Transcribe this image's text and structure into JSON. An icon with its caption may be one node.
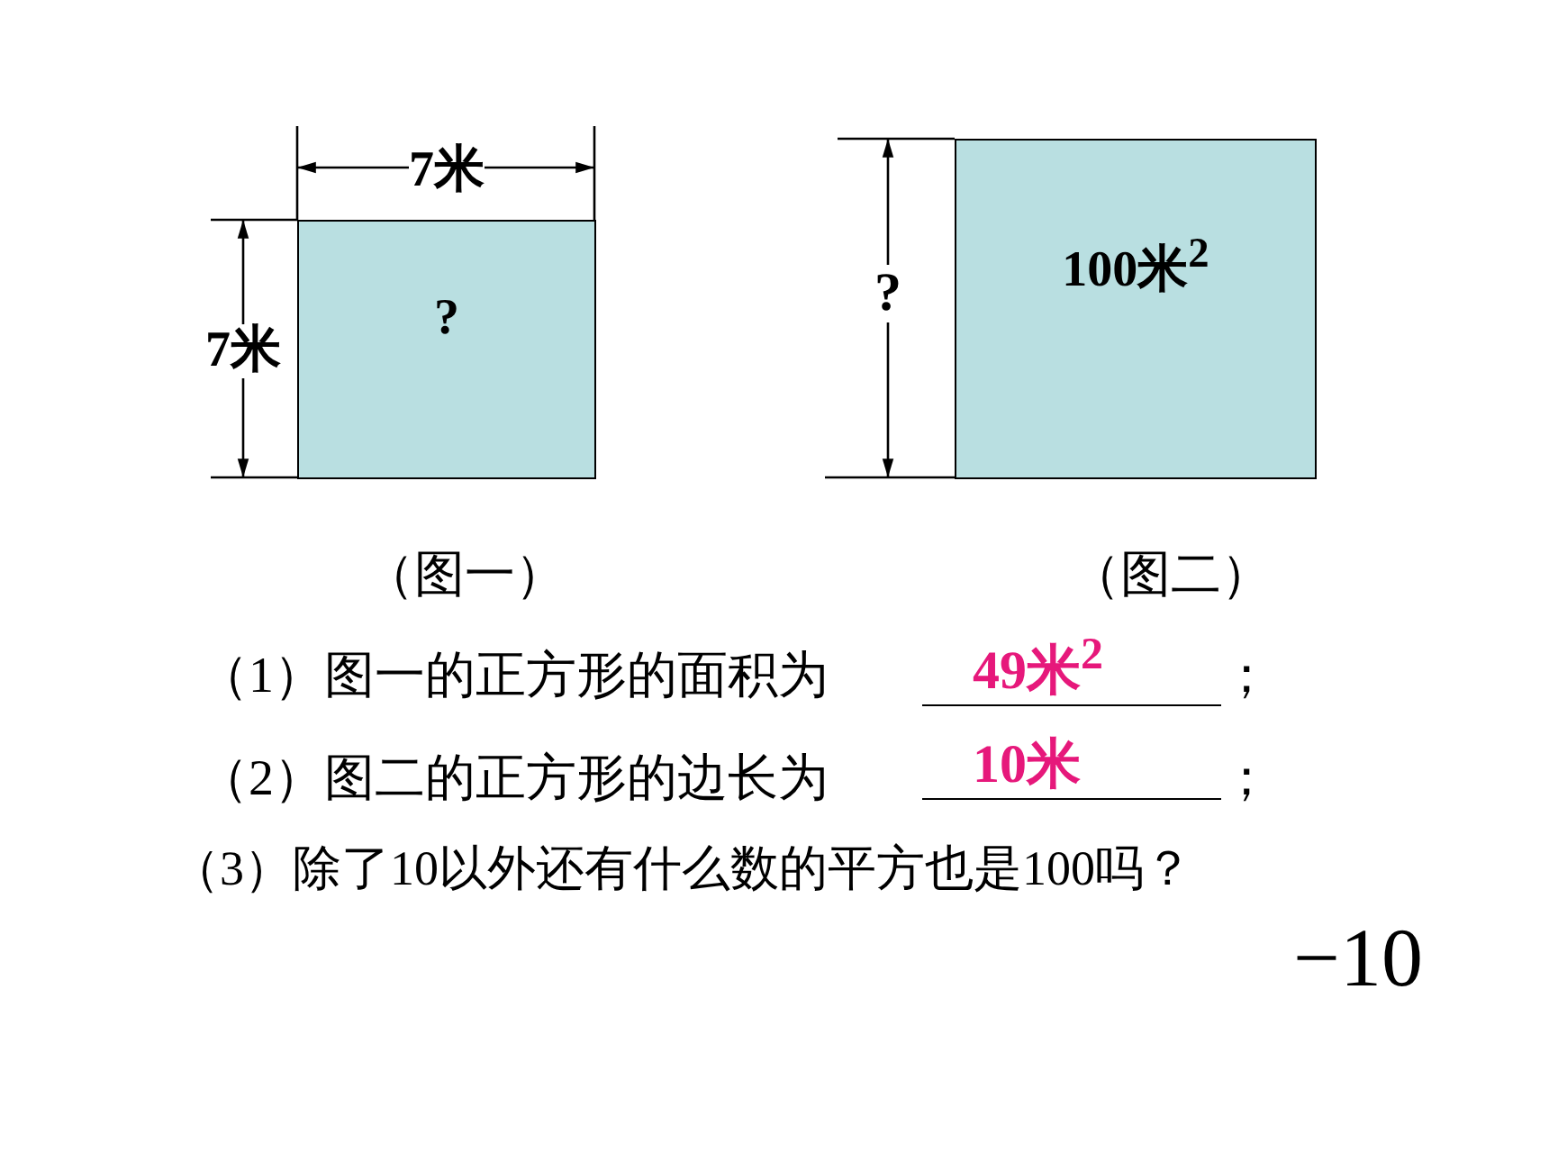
{
  "diagram": {
    "nodes": [
      {
        "text": [
          "?"
        ]
      },
      {
        "text": [
          "100米$^{2}$"
        ]
      }
    ],
    "edges": [],
    "labels": [
      "7米",
      "7米",
      "?",
      "（图一）",
      "（图二）",
      "（1）图一的正方形的面积为",
      "49米$^{2}$",
      "；",
      "（2）图二的正方形的边长为",
      "10米",
      "；",
      "（3）除了10以外还有什么数的平方也是100吗？",
      "−10"
    ]
  }
}
